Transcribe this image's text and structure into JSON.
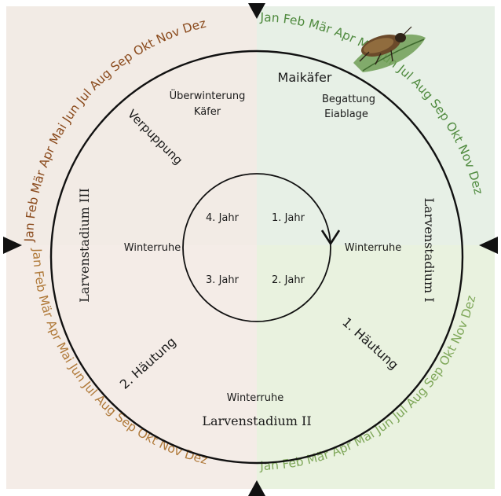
{
  "colors": {
    "q_top_left": "#f2ebe5",
    "q_top_right": "#e7f0e6",
    "q_bottom_left": "#f4ece7",
    "q_bottom_right": "#e9f2df",
    "month_brown": "#8a4a1c",
    "month_green": "#4f8a3e",
    "month_orange": "#b07a3a",
    "month_lightgreen": "#7fa85a",
    "line": "#111111"
  },
  "month_rings": {
    "top_left": "Jan Feb Mär Apr Mai Jun Jul Aug Sep Okt Nov Dez",
    "top_right": "Jan Feb Mär Apr Mai Jun Jul Aug Sep Okt Nov Dez",
    "bottom_right": "Jan Feb Mär Apr Mai Jun Jul Aug Sep Okt Nov Dez",
    "bottom_left": "Jan Feb Mär Apr Mai Jun Jul Aug Sep Okt Nov Dez"
  },
  "years": {
    "y1": "1. Jahr",
    "y2": "2. Jahr",
    "y3": "3. Jahr",
    "y4": "4. Jahr"
  },
  "labels": {
    "maikaefer": "Maikäfer",
    "begattung": "Begattung",
    "eiablage": "Eiablage",
    "ueberwinterung": "Überwinterung",
    "kaefer": "Käfer",
    "verpuppung": "Verpuppung",
    "larvenstadium_1": "Larvenstadium I",
    "larvenstadium_2": "Larvenstadium II",
    "larvenstadium_3": "Larvenstadium III",
    "haeutung_1": "1. Häutung",
    "haeutung_2": "2. Häutung",
    "winterruhe_left": "Winterruhe",
    "winterruhe_right": "Winterruhe",
    "winterruhe_bottom": "Winterruhe"
  },
  "icons": {
    "beetle": "cockchafer-on-leaf-icon"
  }
}
